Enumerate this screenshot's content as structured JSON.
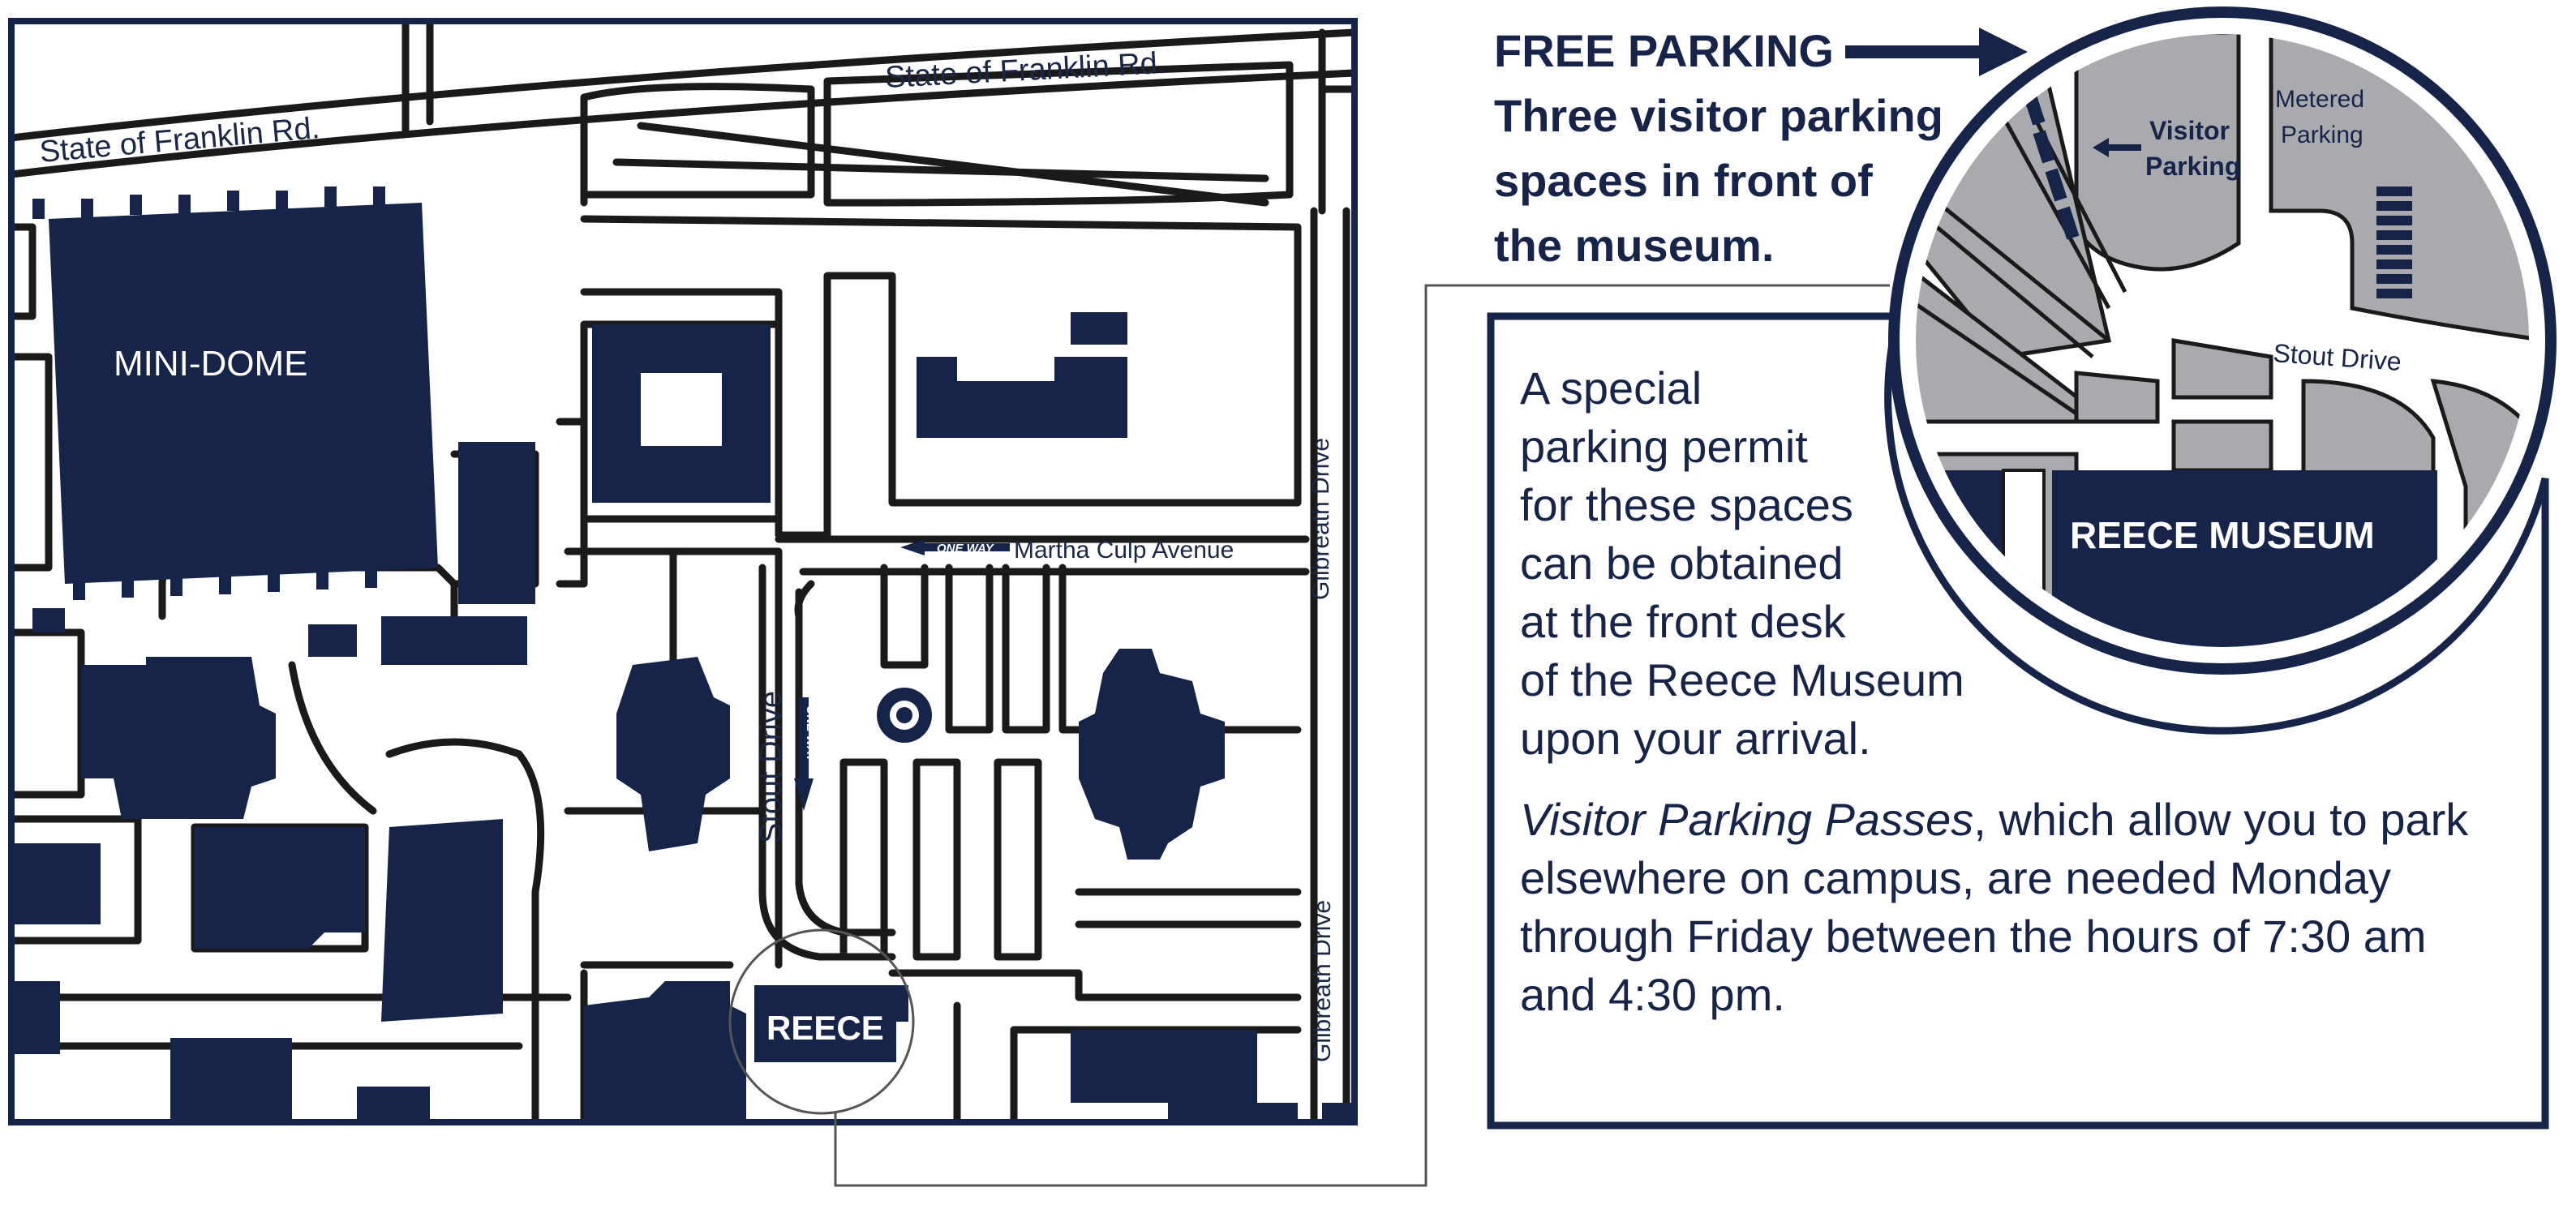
{
  "colors": {
    "navy": "#17244a",
    "road_outline": "#1a1a1a",
    "inset_gray": "#a9aaad",
    "background": "#ffffff"
  },
  "map": {
    "roads": {
      "state_of_franklin_west": "State of Franklin Rd.",
      "state_of_franklin_east": "State of Franklin Rd.",
      "martha_culp": "Martha Culp Avenue",
      "gilbreath_north": "Gilbreath Drive",
      "gilbreath_south": "Gilbreath Drive",
      "stout_drive": "Stout Drive"
    },
    "one_way_marker": "ONE WAY",
    "buildings": {
      "mini_dome": "MINI-DOME",
      "reece": "REECE"
    }
  },
  "callout": {
    "headline": "FREE PARKING",
    "subline_1": "Three visitor parking",
    "subline_2": "spaces in front of",
    "subline_3": "the museum.",
    "inset": {
      "visitor_parking_1": "Visitor",
      "visitor_parking_2": "Parking",
      "metered_1": "Metered",
      "metered_2": "Parking",
      "stout_drive": "Stout Drive",
      "museum": "REECE MUSEUM"
    },
    "permit_lines": [
      "A special",
      "parking permit",
      "for these spaces",
      "can be obtained",
      "at the front desk",
      "of the Reece Museum",
      "upon your arrival."
    ],
    "pass_italic": "Visitor Parking Passes",
    "pass_line_1_rest": ", which allow you to park",
    "pass_line_2": "elsewhere on campus, are needed Monday",
    "pass_line_3": "through Friday between the hours of 7:30 am",
    "pass_line_4": "and 4:30 pm."
  }
}
